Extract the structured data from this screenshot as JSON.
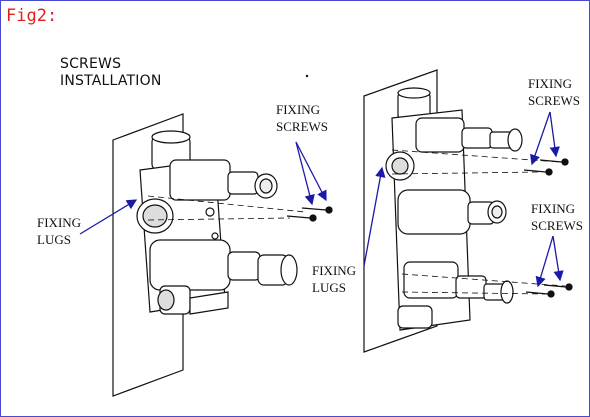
{
  "figure": {
    "label": "Fig2:",
    "label_color": "#e0201c",
    "border_color": "#4a4ad0"
  },
  "title": {
    "line1": "SCREWS",
    "line2": "INSTALLATION"
  },
  "labels": {
    "left_lugs": {
      "line1": "FIXING",
      "line2": "LUGS"
    },
    "left_screws": {
      "line1": "FIXING",
      "line2": "SCREWS"
    },
    "right_lugs": {
      "line1": "FIXING",
      "line2": "LUGS"
    },
    "right_screws_top": {
      "line1": "FIXING",
      "line2": "SCREWS"
    },
    "right_screws_bottom": {
      "line1": "FIXING",
      "line2": "SCREWS"
    }
  },
  "colors": {
    "arrow": "#1a1aa8",
    "line": "#111111"
  }
}
